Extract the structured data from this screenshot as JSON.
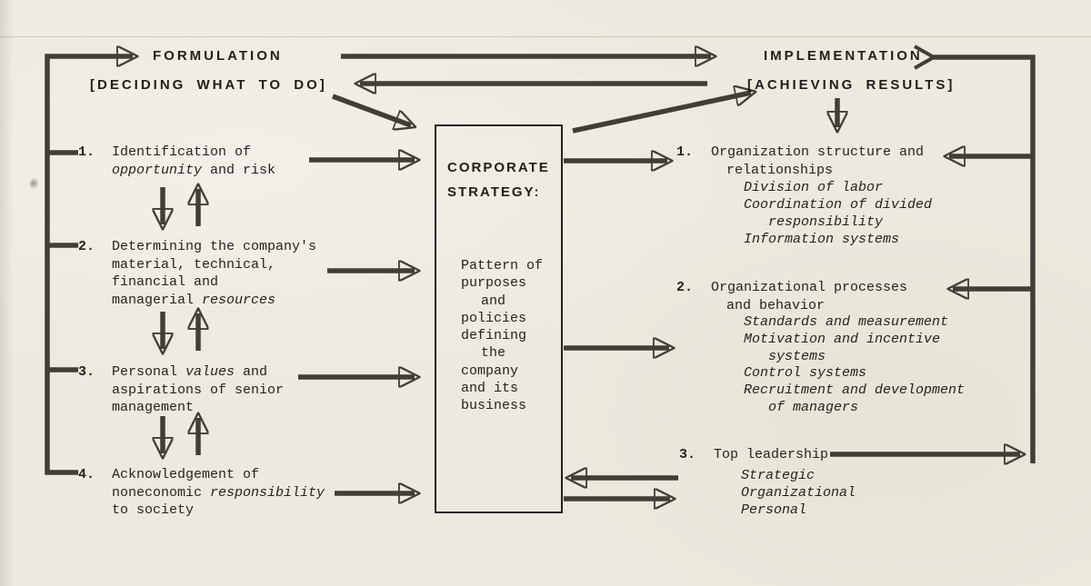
{
  "colors": {
    "paper": "#ece9de",
    "ink": "#26231c",
    "arrow": "#423e36"
  },
  "formulation": {
    "title": "FORMULATION",
    "subtitle": "[DECIDING WHAT TO DO]"
  },
  "implementation": {
    "title": "IMPLEMENTATION",
    "subtitle": "[ACHIEVING RESULTS]"
  },
  "corporate_strategy": {
    "title_line1": "CORPORATE",
    "title_line2": "STRATEGY:",
    "description_lines": [
      "Pattern of",
      "purposes",
      "and",
      "policies",
      "defining",
      "the",
      "company",
      "and its",
      "business"
    ]
  },
  "formulation_items": [
    {
      "number": "1.",
      "lines": [
        {
          "pre": "Identification of"
        },
        {
          "em": "opportunity",
          "post": " and risk"
        }
      ]
    },
    {
      "number": "2.",
      "lines": [
        {
          "pre": "Determining the company's"
        },
        {
          "pre": "material, technical,"
        },
        {
          "pre": "financial and"
        },
        {
          "pre": "managerial ",
          "em": "resources"
        }
      ]
    },
    {
      "number": "3.",
      "lines": [
        {
          "pre": "Personal ",
          "em": "values",
          "post": " and"
        },
        {
          "pre": "aspirations of senior"
        },
        {
          "pre": "management"
        }
      ]
    },
    {
      "number": "4.",
      "lines": [
        {
          "pre": "Acknowledgement of"
        },
        {
          "pre": "noneconomic ",
          "em": "responsibility"
        },
        {
          "pre": "to society"
        }
      ]
    }
  ],
  "implementation_items": [
    {
      "number": "1.",
      "heading_lines": [
        "Organization structure and",
        "relationships"
      ],
      "subitems": [
        "Division of labor",
        "Coordination of divided",
        "responsibility",
        "Information systems"
      ]
    },
    {
      "number": "2.",
      "heading_lines": [
        "Organizational processes",
        "and behavior"
      ],
      "subitems": [
        "Standards and measurement",
        "Motivation and incentive",
        "systems",
        "Control systems",
        "Recruitment and development",
        "of managers"
      ]
    },
    {
      "number": "3.",
      "heading_lines": [
        "Top leadership"
      ],
      "subitems": [
        "Strategic",
        "Organizational",
        "Personal"
      ]
    }
  ]
}
